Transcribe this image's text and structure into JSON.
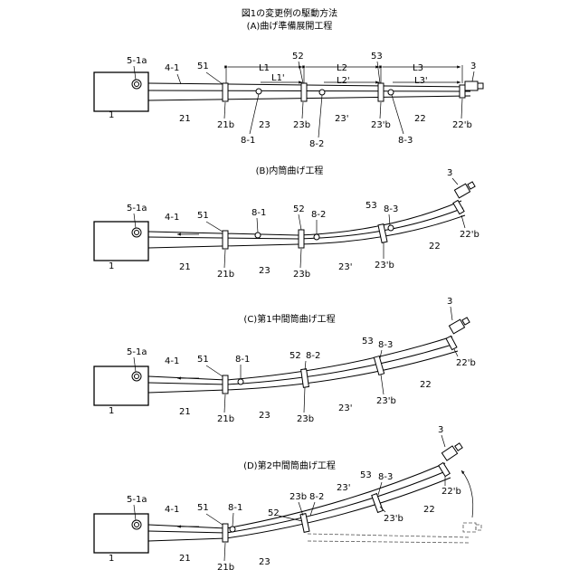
{
  "title": "図1の変更例の駆動方法",
  "steps": {
    "a": "(A)曲げ準備展開工程",
    "b": "(B)内筒曲げ工程",
    "c": "(C)第1中間筒曲げ工程",
    "d": "(D)第2中間筒曲げ工程"
  },
  "labels": {
    "motor": "5-1a",
    "wire": "4-1",
    "ref_51": "51",
    "ref_52": "52",
    "ref_53": "53",
    "ref_3": "3",
    "body": "1",
    "tube_21": "21",
    "tube_23": "23",
    "tube_23p": "23'",
    "tube_22": "22",
    "sleeve_21b": "21b",
    "sleeve_23b": "23b",
    "sleeve_23pb": "23'b",
    "sleeve_22pb": "22'b",
    "pin_8_1": "8-1",
    "pin_8_2": "8-2",
    "pin_8_3": "8-3",
    "len_L1": "L1",
    "len_L2": "L2",
    "len_L3": "L3",
    "len_L1p": "L1'",
    "len_L2p": "L2'",
    "len_L3p": "L3'"
  }
}
